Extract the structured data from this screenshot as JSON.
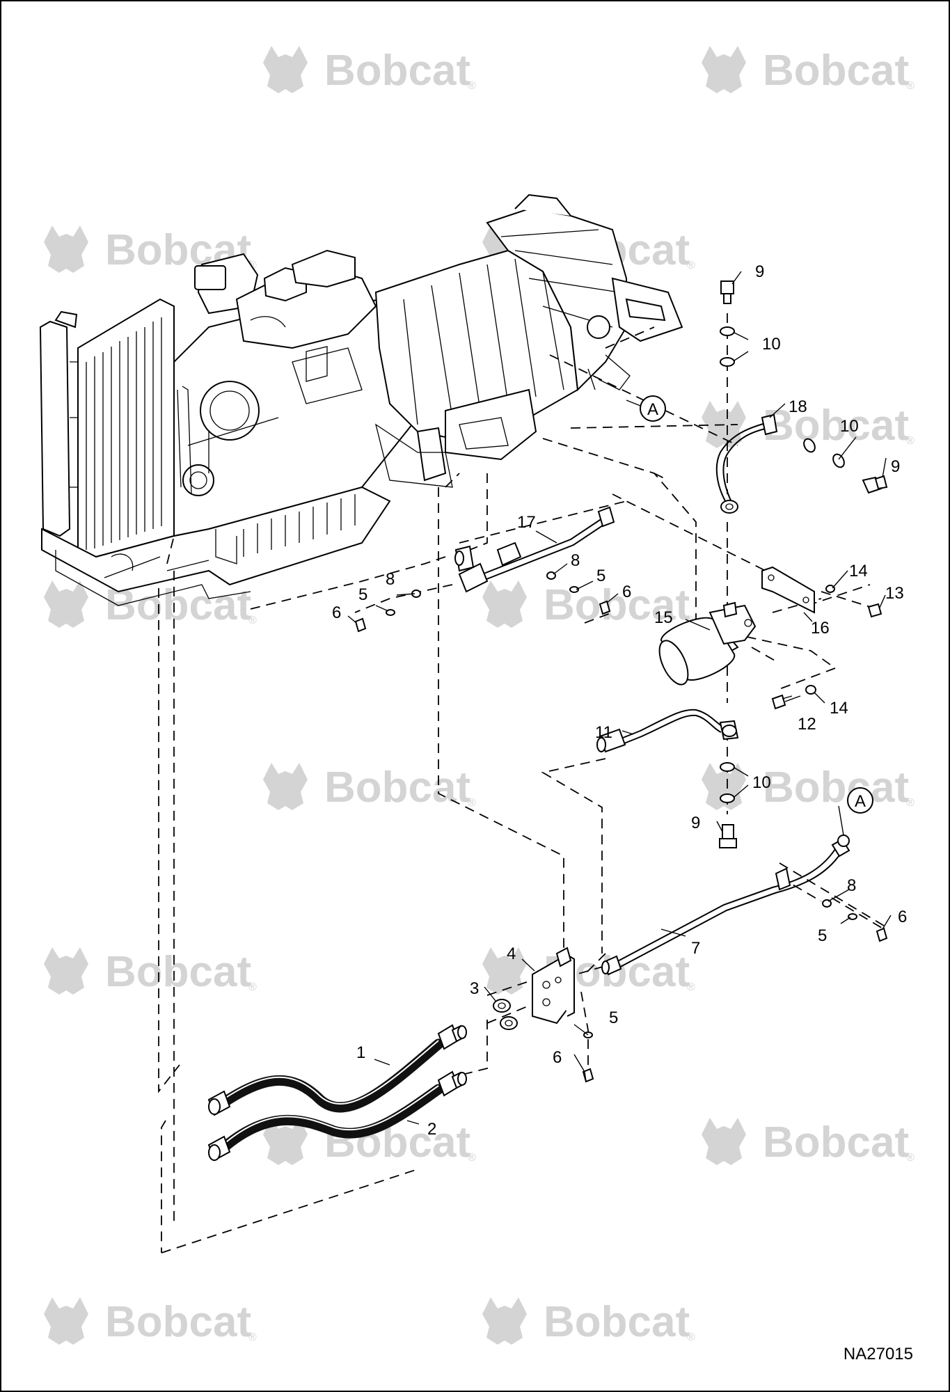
{
  "watermark": {
    "brand": "Bobcat",
    "trademark": "®"
  },
  "drawing_code": "NA27015",
  "view_ref": "A",
  "callouts": {
    "hose_1": "1",
    "hose_2": "2",
    "nut_3": "3",
    "bracket_4": "4",
    "washer_5a": "5",
    "washer_5b": "5",
    "washer_5c": "5",
    "washer_5d": "5",
    "bolt_6a": "6",
    "bolt_6b": "6",
    "bolt_6c": "6",
    "bolt_6d": "6",
    "tube_7": "7",
    "washer_8a": "8",
    "washer_8b": "8",
    "washer_8c": "8",
    "bolt_9a": "9",
    "bolt_9b": "9",
    "bolt_9c": "9",
    "oring_10a": "10",
    "oring_10b": "10",
    "oring_10c": "10",
    "tube_11": "11",
    "bolt_12": "12",
    "bolt_13": "13",
    "washer_14a": "14",
    "washer_14b": "14",
    "filter_15": "15",
    "bracket_16": "16",
    "tube_17": "17",
    "tube_18": "18"
  },
  "colors": {
    "line": "#000000",
    "watermark": "#d4d4d4",
    "hose": "#111111"
  }
}
